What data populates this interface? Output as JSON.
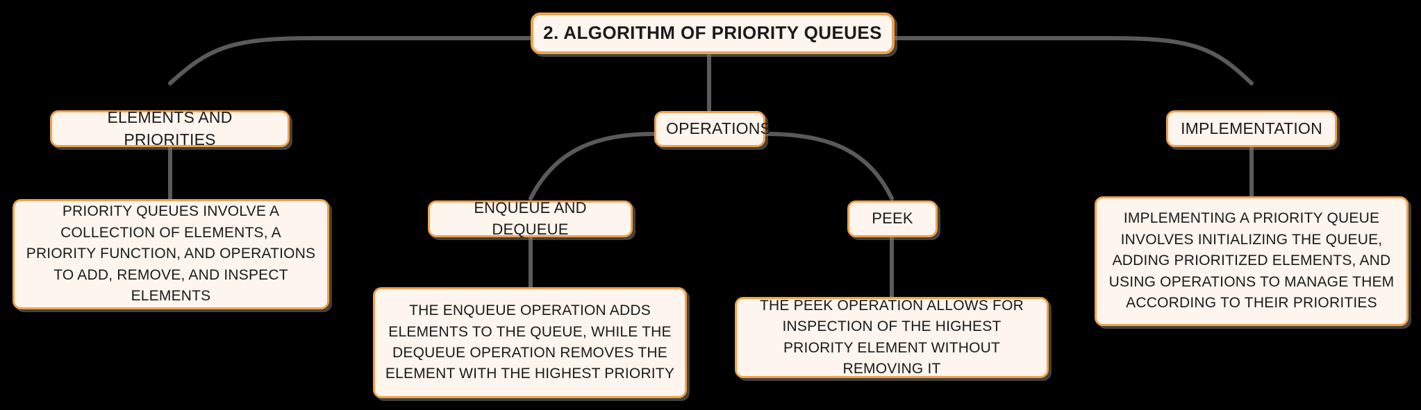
{
  "diagram": {
    "type": "mind-map",
    "title": "2. ALGORITHM OF PRIORITY QUEUES",
    "background_color": "#000000",
    "node_fill_color": "#FDF5EE",
    "node_border_color": "#F0A24C",
    "node_text_color": "#1A1A1A",
    "connector_color": "#5A5A5A"
  },
  "nodes": {
    "root": {
      "label": "2. ALGORITHM OF PRIORITY QUEUES"
    },
    "branch_elements": {
      "label": "ELEMENTS AND PRIORITIES"
    },
    "branch_operations": {
      "label": "OPERATIONS"
    },
    "branch_implementation": {
      "label": "IMPLEMENTATION"
    },
    "leaf_elements": {
      "label": "PRIORITY QUEUES INVOLVE A COLLECTION OF ELEMENTS, A PRIORITY FUNCTION, AND OPERATIONS TO ADD, REMOVE, AND INSPECT ELEMENTS"
    },
    "sub_enqueue": {
      "label": "ENQUEUE AND DEQUEUE"
    },
    "leaf_enqueue": {
      "label": "THE ENQUEUE OPERATION ADDS ELEMENTS TO THE QUEUE, WHILE THE DEQUEUE OPERATION REMOVES THE ELEMENT WITH THE HIGHEST PRIORITY"
    },
    "sub_peek": {
      "label": "PEEK"
    },
    "leaf_peek": {
      "label": "THE PEEK OPERATION ALLOWS FOR INSPECTION OF THE HIGHEST PRIORITY ELEMENT WITHOUT REMOVING IT"
    },
    "leaf_implementation": {
      "label": "IMPLEMENTING A PRIORITY QUEUE INVOLVES INITIALIZING THE QUEUE, ADDING PRIORITIZED ELEMENTS, AND USING OPERATIONS TO MANAGE THEM ACCORDING TO THEIR PRIORITIES"
    }
  }
}
